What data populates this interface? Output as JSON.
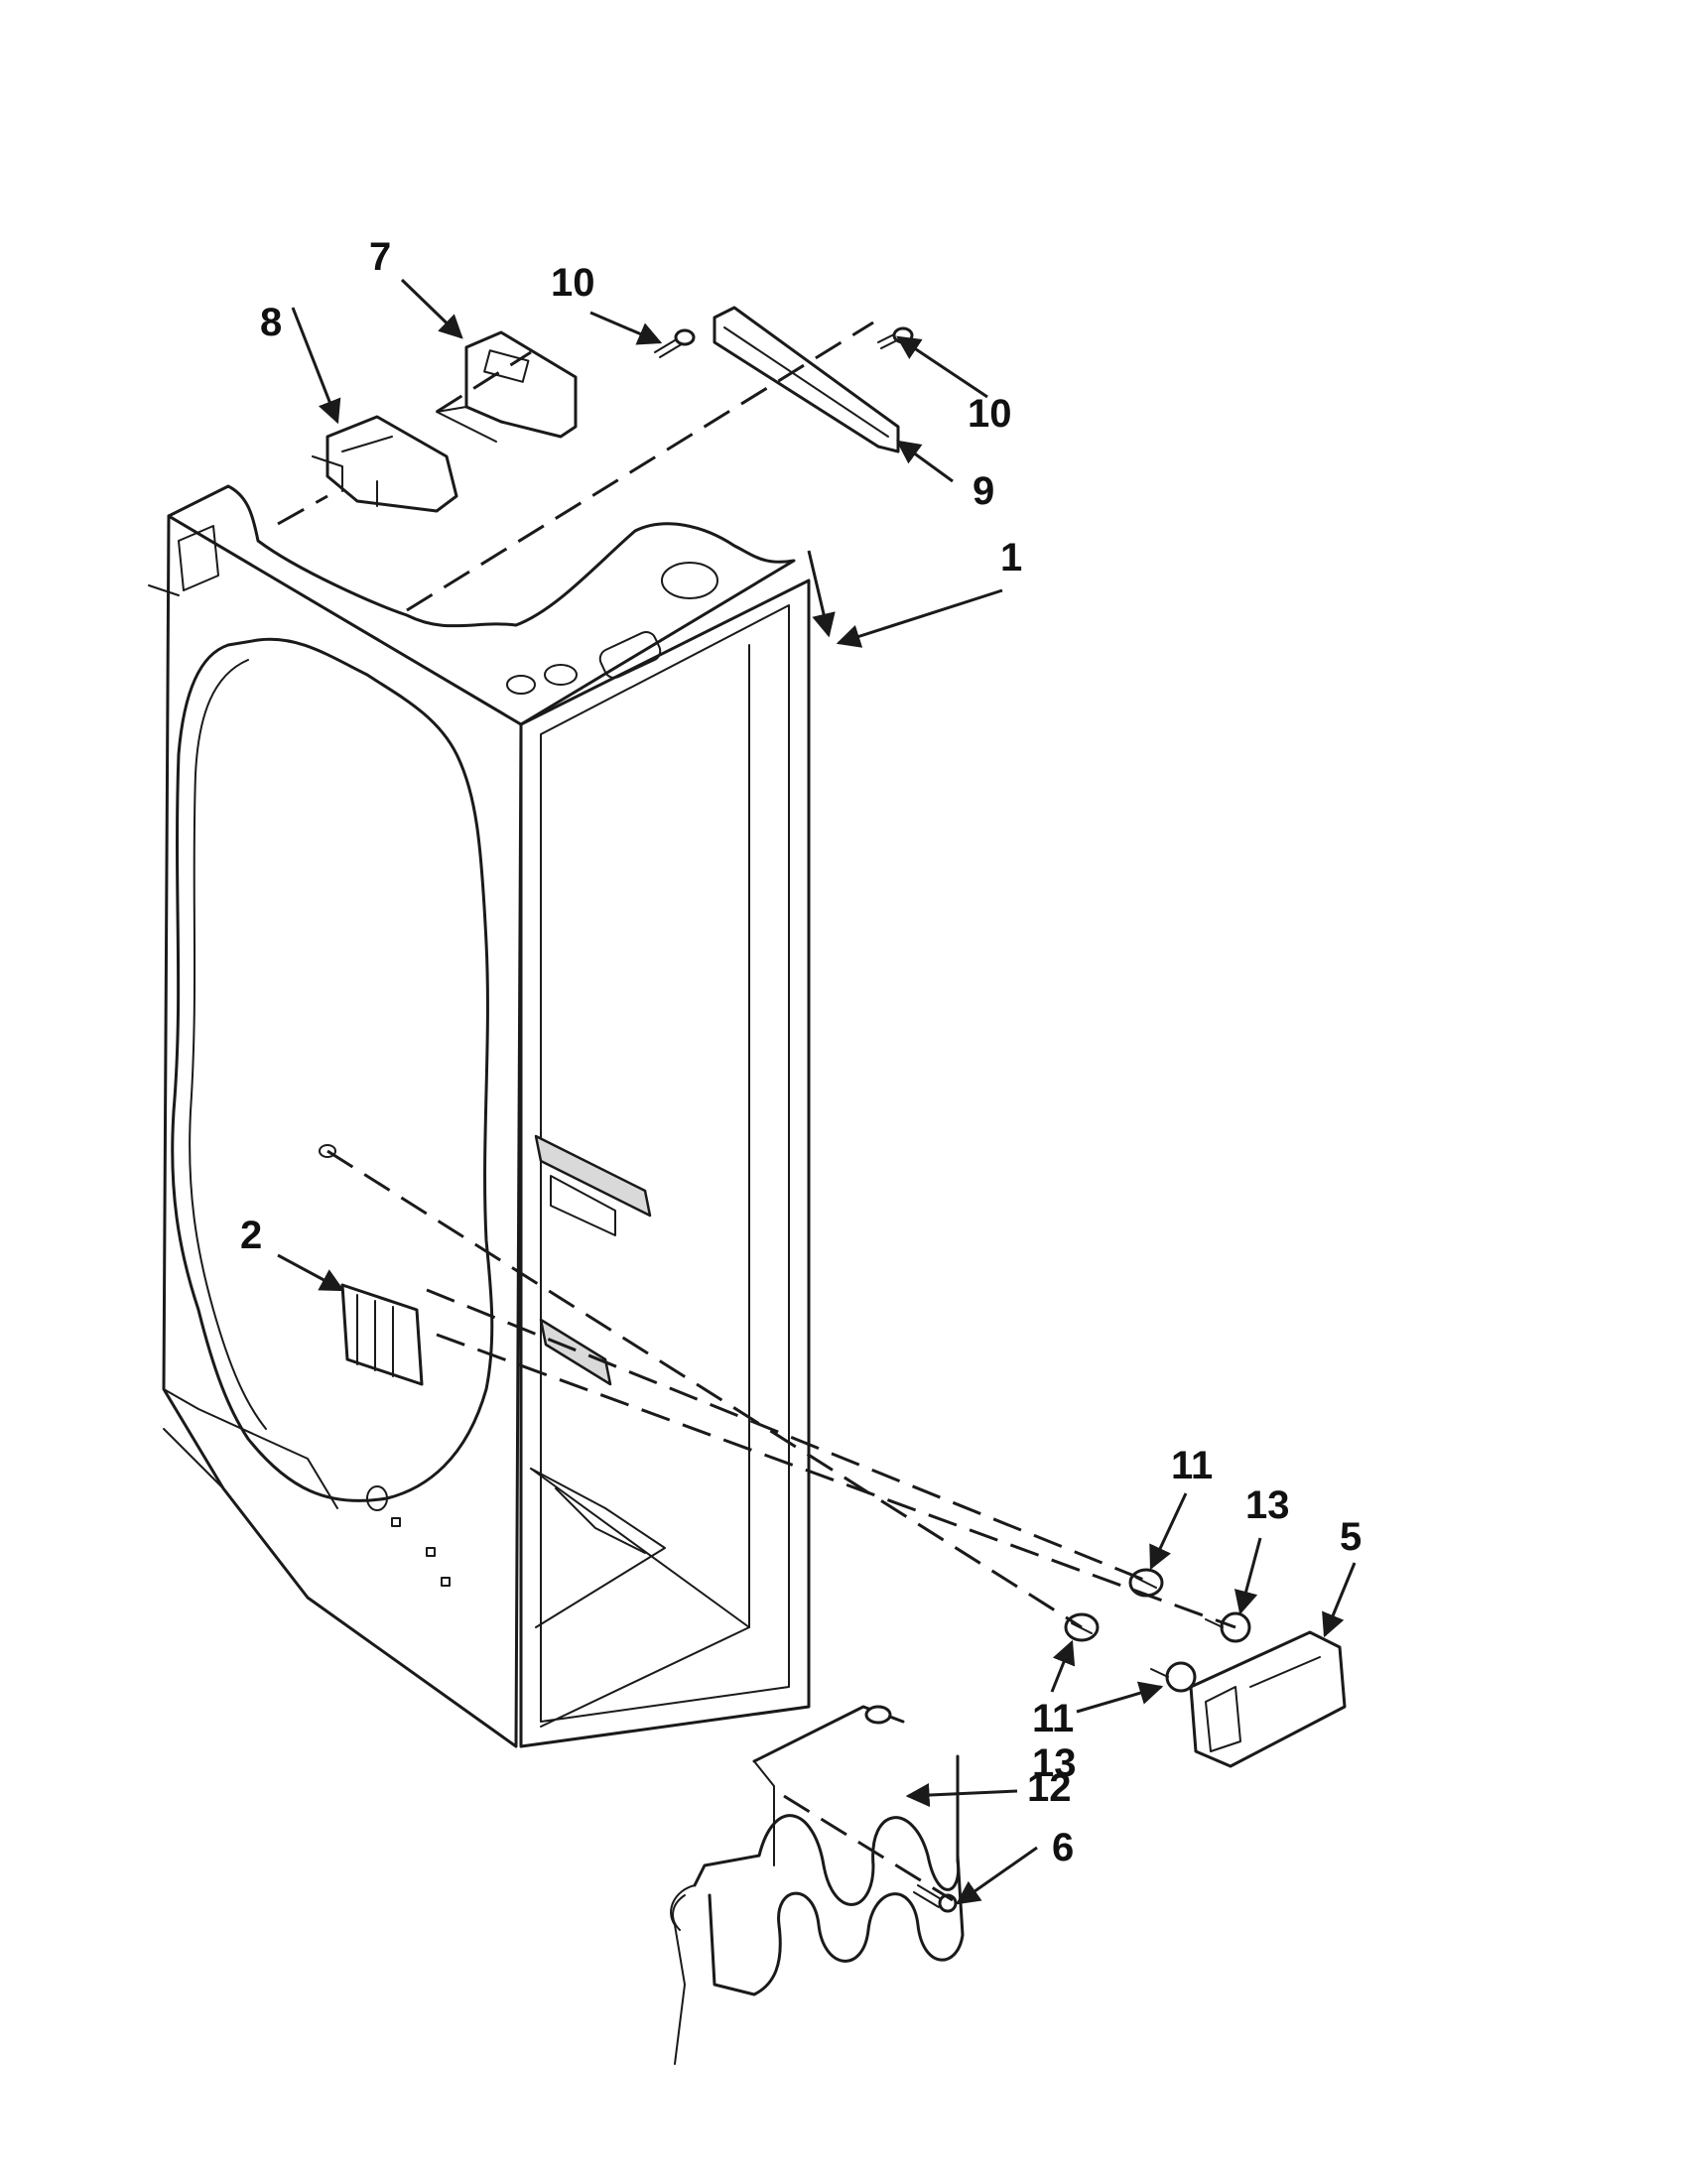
{
  "callouts": {
    "c1": "1",
    "c2": "2",
    "c5": "5",
    "c6": "6",
    "c7": "7",
    "c8": "8",
    "c9": "9",
    "c10a": "10",
    "c10b": "10",
    "c11a": "11",
    "c11b": "11",
    "c12": "12",
    "c13a": "13",
    "c13b": "13"
  }
}
